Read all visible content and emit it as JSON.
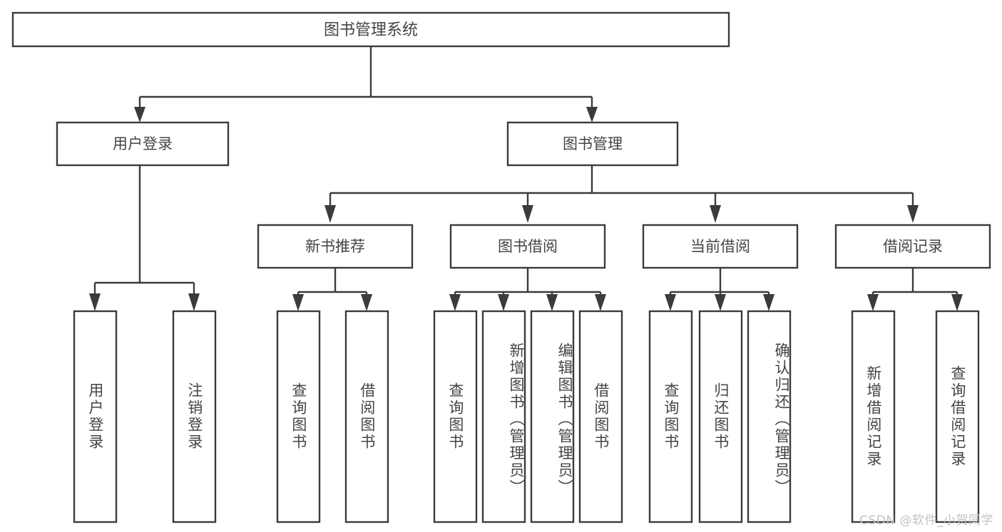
{
  "diagram": {
    "title": "图书管理系统",
    "type": "tree-hierarchy",
    "orientation": "top-down",
    "colors": {
      "stroke": "#3b3b3b",
      "box_fill": "#ffffff",
      "text": "#444444",
      "background": "#ffffff",
      "watermark": "#c2c2c2"
    }
  },
  "root": {
    "label": "图书管理系统"
  },
  "level2": [
    {
      "label": "用户登录"
    },
    {
      "label": "图书管理"
    }
  ],
  "level3": [
    {
      "label": "新书推荐"
    },
    {
      "label": "图书借阅"
    },
    {
      "label": "当前借阅"
    },
    {
      "label": "借阅记录"
    }
  ],
  "leaves": {
    "user_login": [
      {
        "label": "用户登录"
      },
      {
        "label": "注销登录"
      }
    ],
    "new_book_recommend": [
      {
        "label": "查询图书"
      },
      {
        "label": "借阅图书"
      }
    ],
    "book_borrow": [
      {
        "label": "查询图书"
      },
      {
        "label": "新增图书（管理员）"
      },
      {
        "label": "编辑图书（管理员）"
      },
      {
        "label": "借阅图书"
      }
    ],
    "current_borrow": [
      {
        "label": "查询图书"
      },
      {
        "label": "归还图书"
      },
      {
        "label": "确认归还（管理员）"
      }
    ],
    "borrow_records": [
      {
        "label": "新增借阅记录"
      },
      {
        "label": "查询借阅记录"
      }
    ]
  },
  "watermark": {
    "text": "CSDN @软件_小贺同学"
  }
}
